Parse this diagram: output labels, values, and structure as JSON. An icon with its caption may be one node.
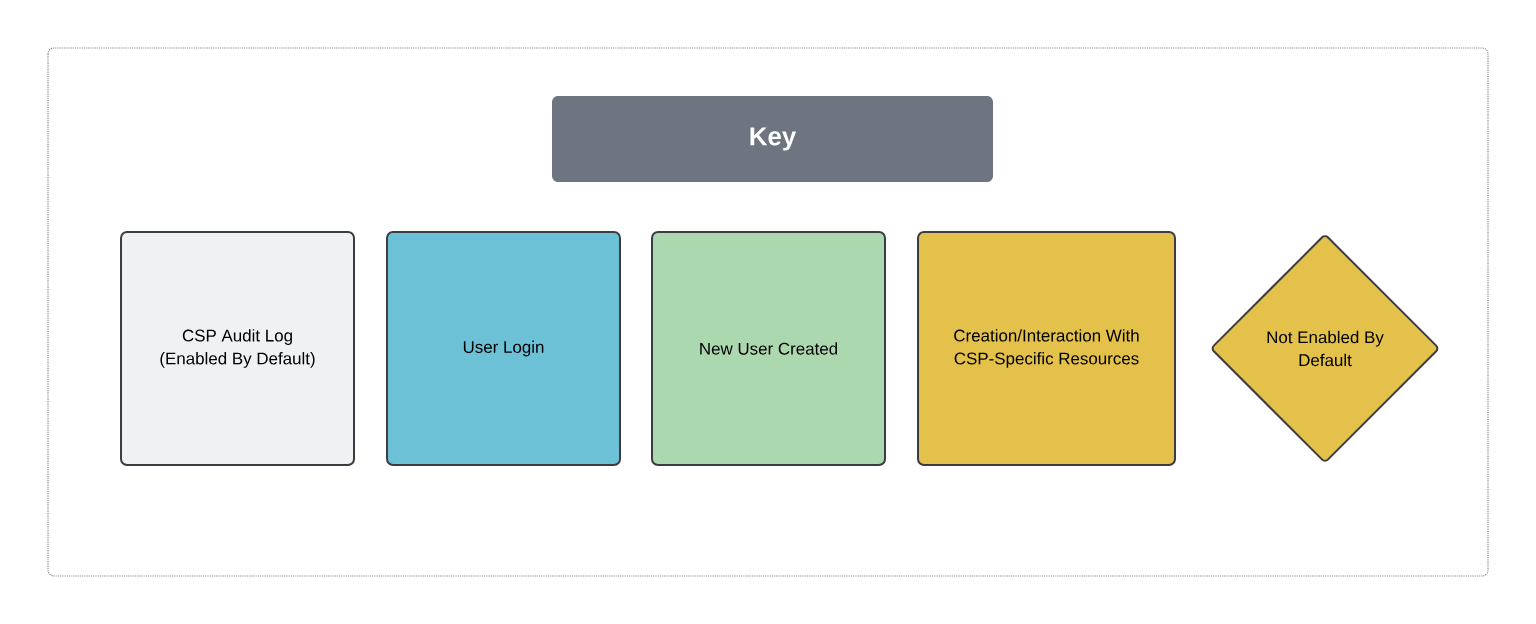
{
  "diagram": {
    "nodes": [
      {
        "text": [
          "Key"
        ]
      },
      {
        "text": [
          "CSP Audit Log (Enabled By Default)"
        ]
      },
      {
        "text": [
          "User Login"
        ]
      },
      {
        "text": [
          "New User Created"
        ]
      },
      {
        "text": [
          "Creation/Interaction With CSP-Specific Resources"
        ]
      },
      {
        "text": [
          "Not Enabled By Default"
        ]
      }
    ]
  }
}
